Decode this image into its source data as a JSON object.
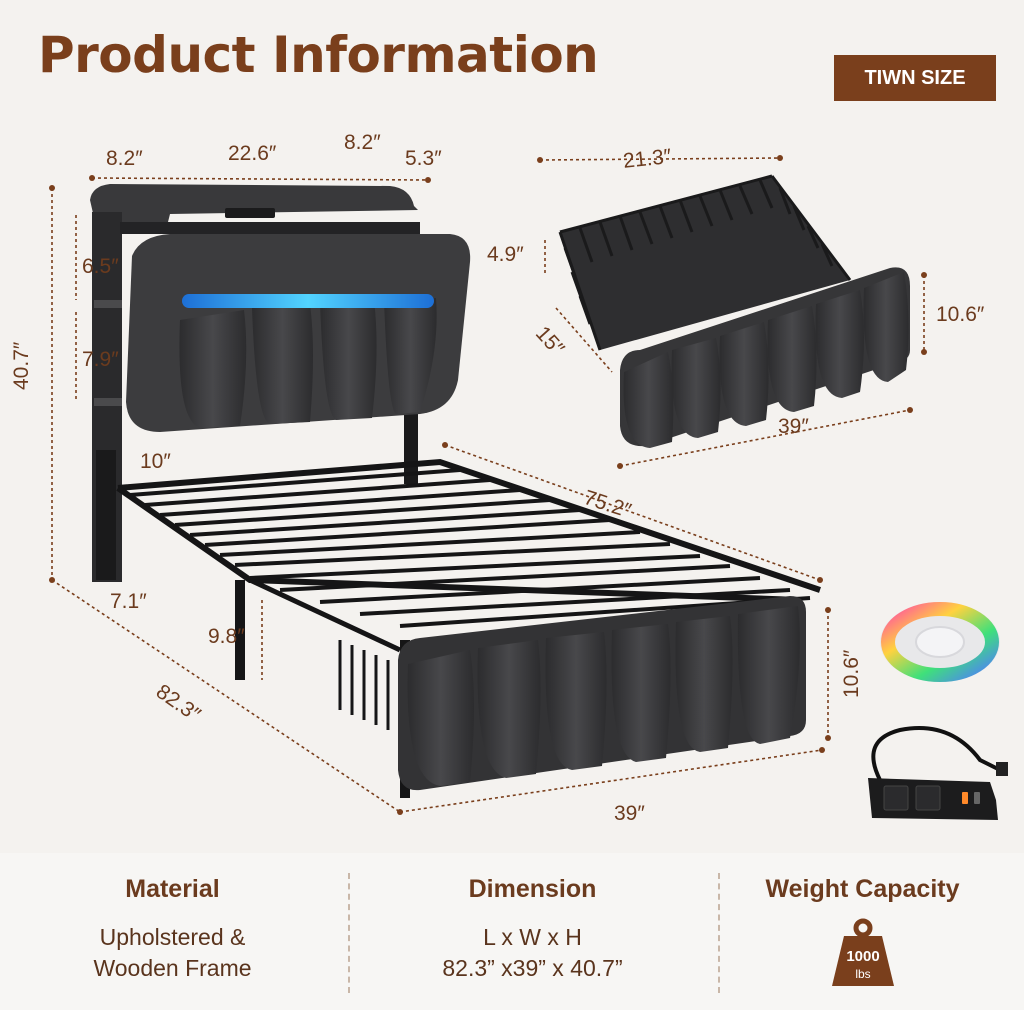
{
  "header": {
    "title": "Product Information",
    "size_badge": "TIWN SIZE"
  },
  "dimensions": {
    "shelf_left": "8.2″",
    "shelf_middle": "22.6″",
    "shelf_right": "8.2″",
    "shelf_depth": "5.3″",
    "shelf_height_top": "6.5″",
    "shelf_height_mid": "7.9″",
    "total_height": "40.7″",
    "headboard_gap": "10″",
    "leg_offset": "7.1″",
    "under_clearance": "9.8″",
    "total_length": "82.3″",
    "frame_length": "75.2″",
    "footboard_height": "10.6″",
    "total_width": "39″"
  },
  "basket": {
    "width": "21.3″",
    "height": "4.9″",
    "depth": "15″",
    "front_height": "10.6″",
    "front_width": "39″"
  },
  "specs": {
    "material_title": "Material",
    "material_line1": "Upholstered &",
    "material_line2": "Wooden Frame",
    "dimension_title": "Dimension",
    "dimension_line1": "L x W x H",
    "dimension_line2": "82.3” x39” x 40.7”",
    "weight_title": "Weight Capacity",
    "weight_value": "1000",
    "weight_unit": "lbs"
  },
  "colors": {
    "brand": "#7a3f1c",
    "fabric": "#3a3a3c",
    "metal": "#1c1c1d",
    "led": "#2fb7ff"
  }
}
